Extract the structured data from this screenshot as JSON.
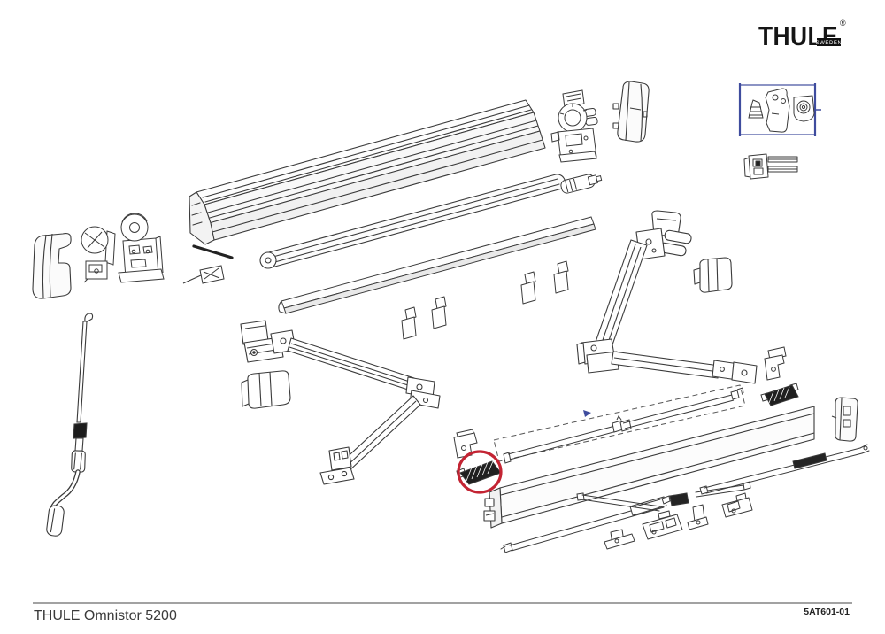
{
  "brand": {
    "logo_text": "THULE",
    "registered_symbol": "®",
    "tagline": "SWEDEN"
  },
  "footer": {
    "product_title": "THULE Omnistor 5200",
    "document_code": "5AT601-01"
  },
  "annotations": {
    "highlight_circle_color": "#c32433",
    "callout_box_color": "#3f4c9e",
    "arrow_color": "#3f4c9e",
    "line_color": "#3a3a3a"
  }
}
